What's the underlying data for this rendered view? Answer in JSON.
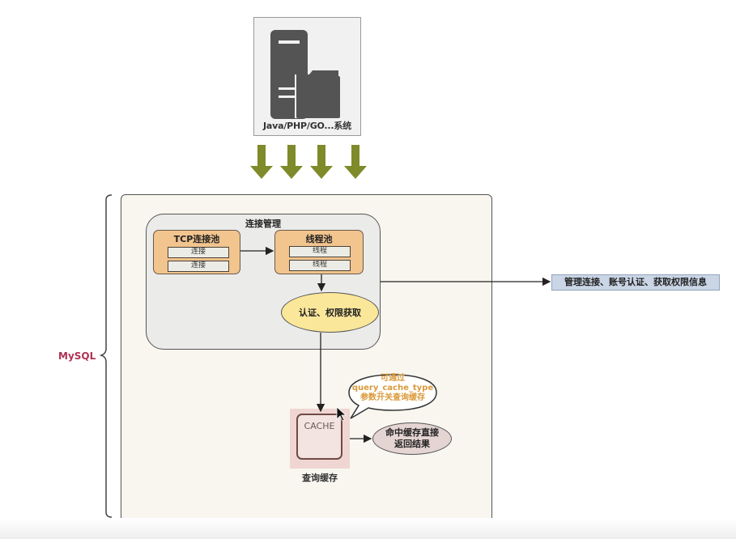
{
  "client": {
    "label": "Java/PHP/GO...系统",
    "icon": "server-folder-icon",
    "arrow_count": 4,
    "arrow_color": "#7f8a2a"
  },
  "mysql": {
    "label": "MySQL",
    "label_color": "#b03356",
    "connection_management": {
      "title": "连接管理",
      "tcp_pool": {
        "title": "TCP连接池",
        "slots": [
          "连接",
          "连接"
        ]
      },
      "thread_pool": {
        "title": "线程池",
        "slots": [
          "线程",
          "线程"
        ]
      },
      "auth": {
        "label": "认证、权限获取"
      }
    },
    "side_note": "管理连接、账号认证、获取权限信息",
    "query_cache": {
      "icon_text": "CACHE",
      "label": "查询缓存",
      "bubble_lines": [
        "可通过",
        "query_cache_type",
        "参数开关查询缓存"
      ],
      "hit_lines": [
        "命中缓存直接",
        "返回结果"
      ]
    }
  },
  "colors": {
    "pool_fill": "#f2c48e",
    "auth_fill": "#fbe79a",
    "note_fill": "#cad5e6",
    "cache_fill": "#f4e4e1",
    "bubble_text": "#d99a3a"
  }
}
